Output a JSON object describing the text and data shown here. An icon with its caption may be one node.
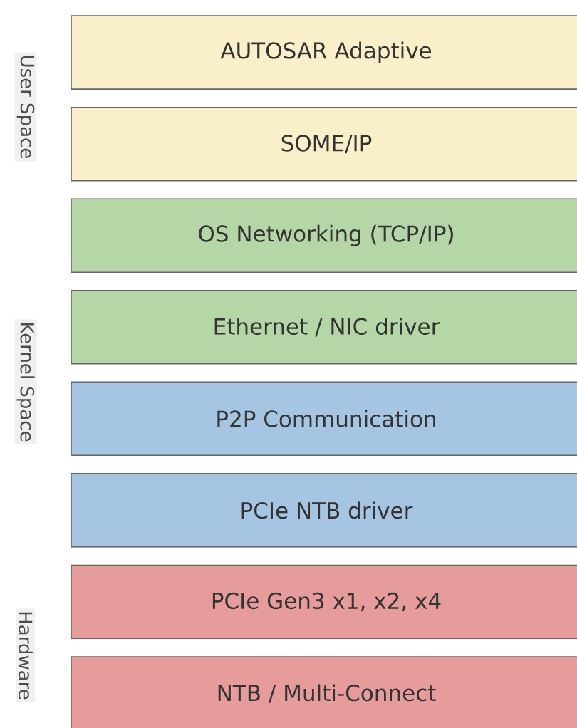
{
  "diagram": {
    "nodes": [
      {
        "text": [
          "AUTOSAR Adaptive"
        ]
      },
      {
        "text": [
          "SOME/IP"
        ]
      },
      {
        "text": [
          "OS Networking (TCP/IP)"
        ]
      },
      {
        "text": [
          "Ethernet / NIC driver"
        ]
      },
      {
        "text": [
          "P2P Communication"
        ]
      },
      {
        "text": [
          "PCIe NTB driver"
        ]
      },
      {
        "text": [
          "PCIe Gen3 x1, x2, x4"
        ]
      },
      {
        "text": [
          "NTB / Multi-Connect"
        ]
      }
    ],
    "labels": [
      "User Space",
      "Kernel Space",
      "Hardware"
    ]
  }
}
